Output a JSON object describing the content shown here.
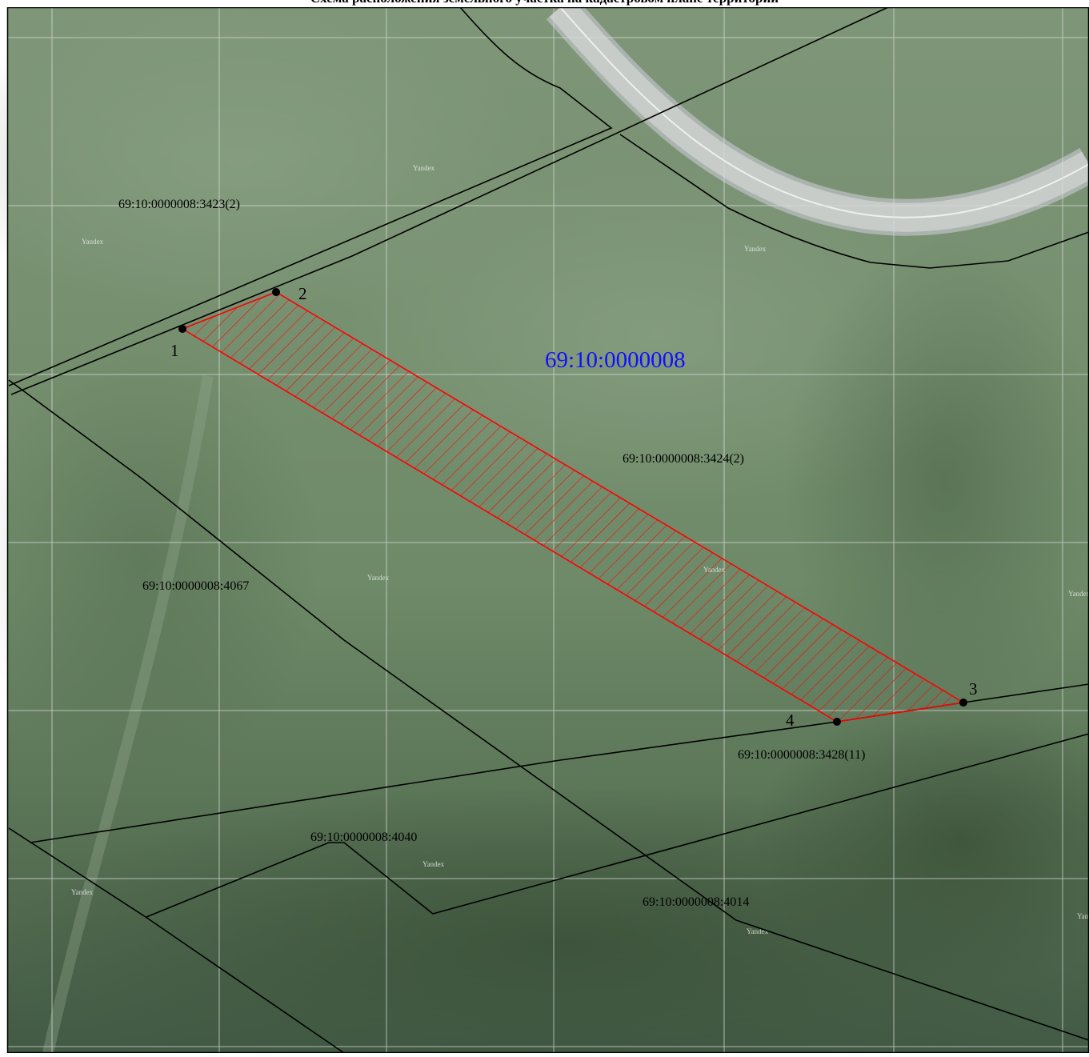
{
  "title": "Схема расположения земельного участка на кадастровом плане территории",
  "quarter_label": "69:10:0000008",
  "parcel_labels": [
    "69:10:0000008:3423(2)",
    "69:10:0000008:3424(2)",
    "69:10:0000008:4067",
    "69:10:0000008:3428(11)",
    "69:10:0000008:4040",
    "69:10:0000008:4014"
  ],
  "points": [
    "1",
    "2",
    "3",
    "4"
  ],
  "watermark": "Yandex",
  "colors": {
    "parcel": "#ff0000",
    "quarter_label": "#1010ff",
    "boundary": "#000000",
    "grid": "#d8dcd8"
  }
}
